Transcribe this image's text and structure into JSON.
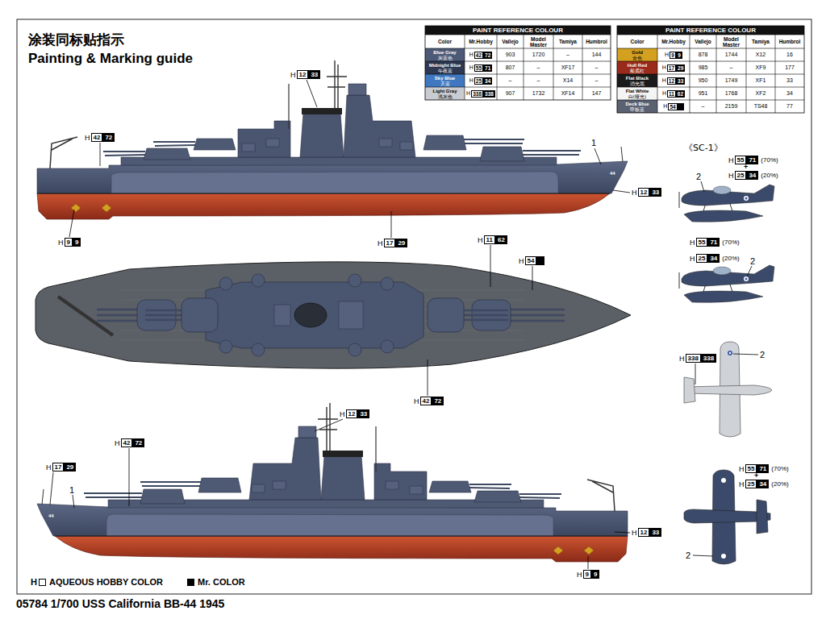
{
  "diagram": {
    "title": "涂装同标贴指示",
    "caption": "05784 1/700 USS California BB-44 1945",
    "labels": [
      "Painting & Marking guide",
      "PAINT REFERENCE COLOUR",
      "Color",
      "Mr.Hobby",
      "Vallejo",
      "Model Master",
      "Tamiya",
      "Humbrol",
      "Blue Gray",
      "灰蓝色",
      "H",
      "42",
      "72",
      "903",
      "1720",
      "–",
      "144",
      "Midnight Blue",
      "午夜蓝",
      "H",
      "55",
      "71",
      "807",
      "–",
      "XF17",
      "–",
      "Sky Blue",
      "天蓝",
      "H",
      "25",
      "34",
      "–",
      "–",
      "X14",
      "–",
      "Light Gray",
      "浅灰色",
      "H",
      "338",
      "338",
      "907",
      "1732",
      "XF14",
      "147",
      "PAINT REFERENCE COLOUR",
      "Color",
      "Mr.Hobby",
      "Vallejo",
      "Model Master",
      "Tamiya",
      "Humbrol",
      "Gold",
      "金色",
      "H",
      "9",
      "9",
      "878",
      "1744",
      "X12",
      "16",
      "Hull Red",
      "船底红",
      "H",
      "17",
      "29",
      "985",
      "–",
      "XF9",
      "177",
      "Flat Black",
      "消光黑",
      "H",
      "12",
      "33",
      "950",
      "1749",
      "XF1",
      "33",
      "Flat White",
      "白(哑光)",
      "H",
      "11",
      "62",
      "951",
      "1768",
      "XF2",
      "34",
      "Deck Blue",
      "甲板蓝",
      "H",
      "54",
      "–",
      "2159",
      "TS48",
      "77",
      "H",
      "12",
      "33",
      "H",
      "42",
      "72",
      "1",
      "H",
      "12",
      "33",
      "H",
      "9",
      "9",
      "H",
      "17",
      "29",
      "H",
      "11",
      "62",
      "H",
      "54",
      "H",
      "42",
      "72",
      "H",
      "12",
      "33",
      "H",
      "42",
      "72",
      "H",
      "17",
      "29",
      "1",
      "H",
      "12",
      "33",
      "H",
      "9",
      "9",
      "44",
      "44",
      "《SC-1》",
      "H",
      "55",
      "71",
      "(70%)",
      "+",
      "H",
      "25",
      "34",
      "(20%)",
      "2",
      "H",
      "55",
      "71",
      "(70%)",
      "H",
      "25",
      "34",
      "(20%)",
      "2",
      "H",
      "338",
      "338",
      "2",
      "H",
      "55",
      "71",
      "(70%)",
      "+",
      "H",
      "25",
      "34",
      "(20%)",
      "2",
      "H"
    ],
    "legend": [
      {
        "text": "AQUEOUS HOBBY COLOR"
      },
      {
        "text": "Mr. COLOR",
        "color": "#000000"
      }
    ]
  }
}
